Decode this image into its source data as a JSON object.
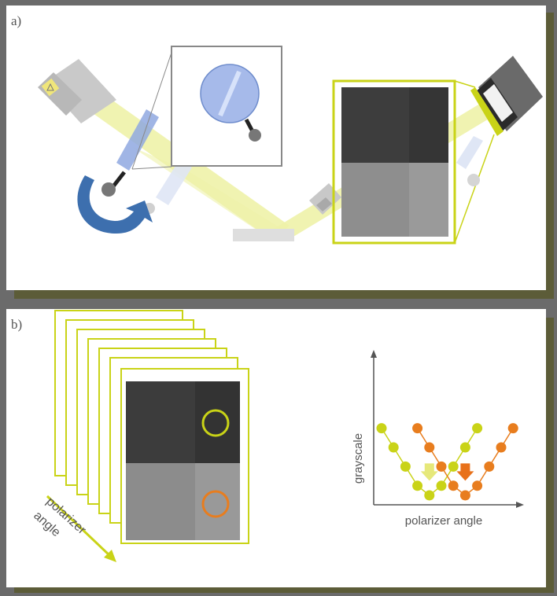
{
  "panel_a": {
    "label": "a)"
  },
  "panel_b": {
    "label": "b)"
  },
  "stack": {
    "arrow_label_line1": "polarizer",
    "arrow_label_line2": "angle"
  },
  "chart_data": {
    "type": "scatter",
    "xlabel": "polarizer angle",
    "ylabel": "grayscale",
    "series": [
      {
        "color": "#c9d317",
        "x": [
          0,
          1,
          2,
          3,
          4,
          5,
          6,
          7,
          8
        ],
        "y": [
          8,
          6,
          4,
          2,
          1,
          2,
          4,
          6,
          8
        ]
      },
      {
        "color": "#e87d1e",
        "x": [
          3,
          4,
          5,
          6,
          7,
          8,
          9,
          10,
          11
        ],
        "y": [
          8,
          6,
          4,
          2,
          1,
          2,
          4,
          6,
          8
        ]
      }
    ],
    "minimum_markers": [
      {
        "series": 0,
        "x": 4,
        "color": "#e6e87a"
      },
      {
        "series": 1,
        "x": 7,
        "color": "#e8711a"
      }
    ],
    "colors": {
      "accent_yellow": "#c9d317",
      "accent_orange": "#e87d1e",
      "beam": "#eef2a8",
      "polarizer_blue": "#8fa8e0",
      "rotation_arrow": "#3d6fae"
    }
  }
}
